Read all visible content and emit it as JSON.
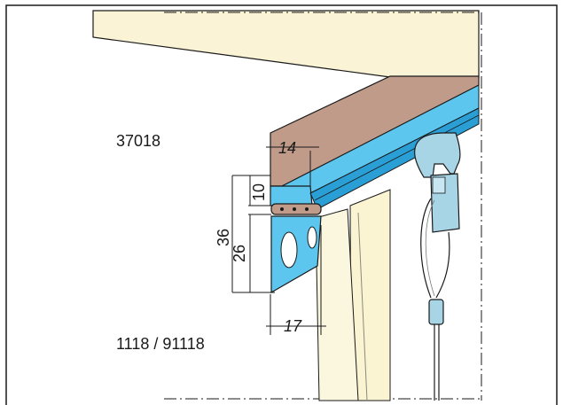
{
  "labels": {
    "part_top": "37018",
    "part_bottom": "1118 / 91118"
  },
  "dimensions": {
    "width_top": "14",
    "height_upper": "10",
    "height_total": "36",
    "height_lower": "26",
    "width_bottom": "17"
  },
  "colors": {
    "ceiling": "#fbf3d6",
    "profile_brown": "#c19b8a",
    "profile_blue": "#5cc6ee",
    "profile_blue_dark": "#2a9fd6",
    "glider_blue": "#a8d5e6",
    "curtain_cream": "#faf4d3",
    "outline": "#1a1a1a"
  }
}
